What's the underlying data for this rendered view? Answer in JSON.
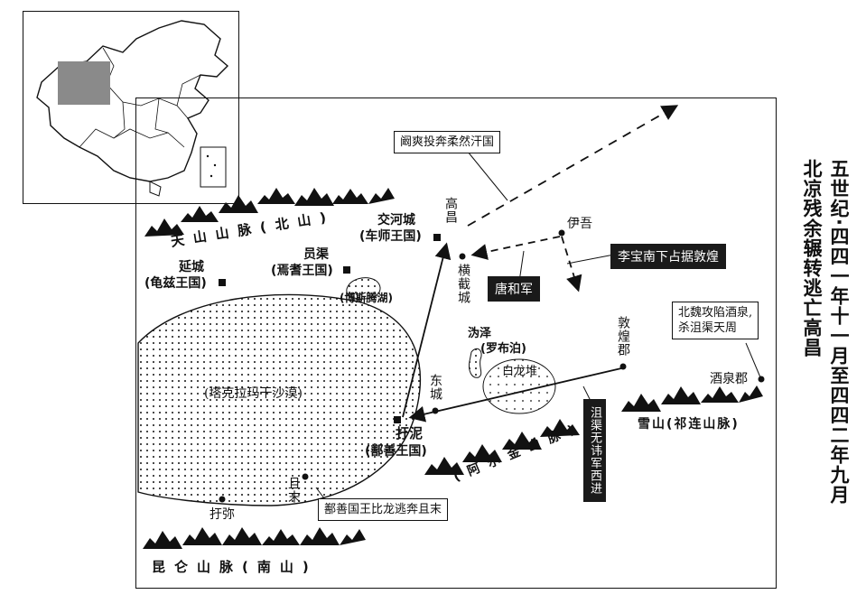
{
  "title": {
    "col1": "五世纪·四四一年十一月至四四二年九月",
    "col2": "北凉残余辗转逃亡高昌"
  },
  "mountains": {
    "tianshan": "天山山脉(北山)",
    "qilian": "雪山(祁连山脉)",
    "altun": "(阿尔金山脉)",
    "kunlun": "昆仑山脉(南山)"
  },
  "places": {
    "jiaohe_name": "交河城",
    "jiaohe_state": "(车师王国)",
    "yuanqu_name": "员渠",
    "yuanqu_state": "(焉耆王国)",
    "yancheng_name": "延城",
    "yancheng_state": "(龟兹王国)",
    "gaochang": "高昌",
    "yiwu": "伊吾",
    "hengjiecheng": "横截城",
    "bosteng": "(博斯腾湖)",
    "taklamakan": "(塔克拉玛干沙漠)",
    "lopnur_name": "沩泽",
    "lopnur_alt": "(罗布泊)",
    "bailongdui": "白龙堆",
    "dunhuang": "敦煌郡",
    "jiuquan": "酒泉郡",
    "dongcheng": "东城",
    "yuni_name": "扜泥",
    "yuni_state": "(鄯善王国)",
    "qiemo": "且末",
    "yumi": "扜弥"
  },
  "annotations": {
    "kan": "阚爽投奔柔然汗国",
    "libao": "李宝南下占据敦煌",
    "tanghe": "唐和军",
    "beiwei_line1": "北魏攻陷酒泉,",
    "beiwei_line2": "杀沮渠天周",
    "juqu": "沮渠无讳军西进",
    "shanshan": "鄯善国王比龙逃奔且末"
  },
  "colors": {
    "ink": "#111111",
    "label_dark": "#1a1a1a",
    "inset_shade": "#8a8a8a"
  }
}
